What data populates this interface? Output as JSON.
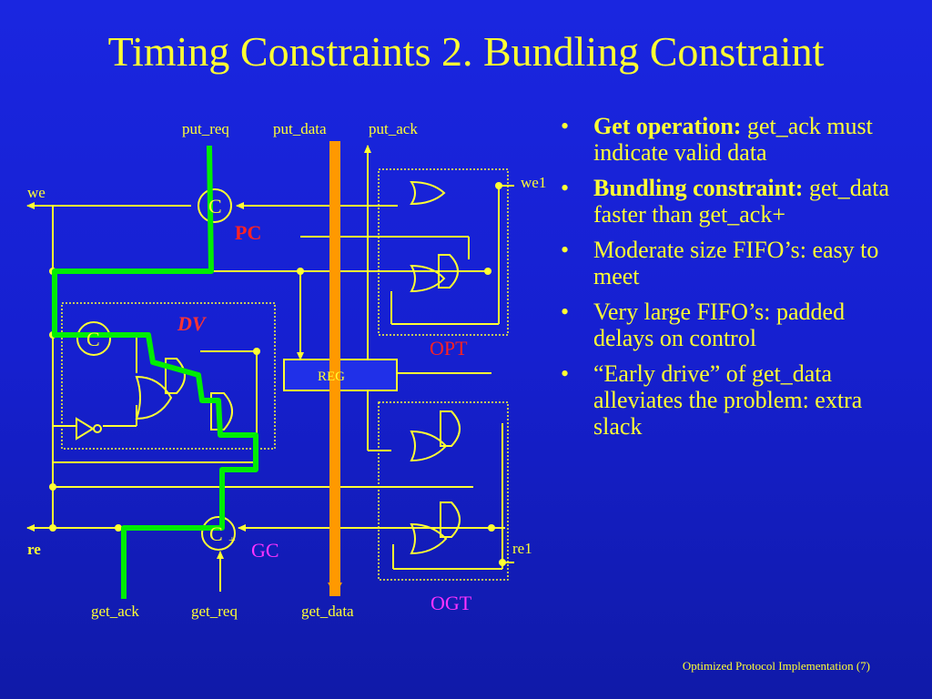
{
  "title": "Timing Constraints 2. Bundling Constraint",
  "bullets": [
    {
      "bold": "Get operation:",
      "text": " get_ack must indicate valid data"
    },
    {
      "bold": "Bundling constraint:",
      "text": " get_data faster than get_ack+"
    },
    {
      "bold": "",
      "text": "Moderate size FIFO’s: easy to meet"
    },
    {
      "bold": "",
      "text": "Very large FIFO’s: padded delays on control"
    },
    {
      "bold": "",
      "text": "“Early drive” of get_data alleviates the problem: extra slack"
    }
  ],
  "bullet_char": "•",
  "footer": "Optimized Protocol Implementation (7)",
  "diagram": {
    "signals": {
      "put_req": "put_req",
      "put_data": "put_data",
      "put_ack": "put_ack",
      "we": "we",
      "we1": "we1",
      "re": "re",
      "re1": "re1",
      "get_ack": "get_ack",
      "get_req": "get_req",
      "get_data": "get_data"
    },
    "blocks": {
      "pc": "PC",
      "dv": "DV",
      "opt": "OPT",
      "ogt": "OGT",
      "gc": "GC",
      "reg": "REG",
      "c_top": "C",
      "c_dv": "C",
      "c_gc": "C",
      "plus": "+"
    },
    "colors": {
      "wire": "#ffff33",
      "critical_path": "#00ee00",
      "data_bus": "#ff9900",
      "block_label": "#ff2222",
      "dv_label": "#ff3333",
      "block_label_alt": "#ff33ff"
    }
  }
}
